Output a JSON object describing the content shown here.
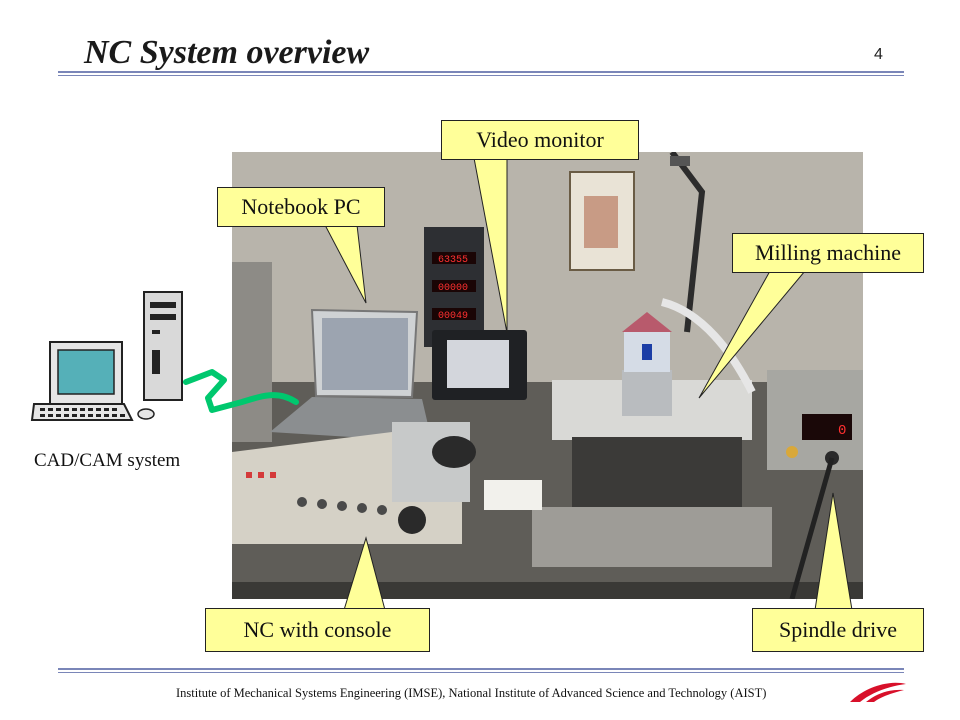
{
  "slide": {
    "title": "NC System overview",
    "page_number": "4",
    "footer": "Institute of  Mechanical Systems Engineering  (IMSE), National Institute of Advanced Science and Technology (AIST)"
  },
  "callouts": {
    "video_monitor": "Video monitor",
    "notebook_pc": "Notebook PC",
    "milling_machine": "Milling machine",
    "nc_console": "NC with console",
    "spindle_drive": "Spindle drive"
  },
  "cad_cam": {
    "label": "CAD/CAM system"
  },
  "colors": {
    "callout_fill": "#ffff99",
    "rule": "#7a86b8",
    "cable": "#00c86e",
    "logo": "#d8102a"
  }
}
